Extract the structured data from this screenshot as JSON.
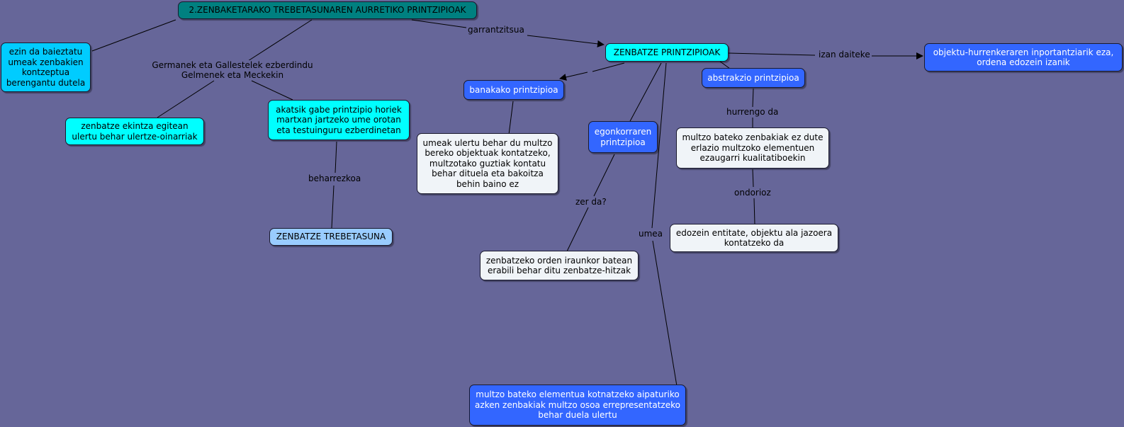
{
  "nodes": {
    "root": "2.ZENBAKETARAKO TREBETASUNAREN AURRETIKO PRINTZIPIOAK",
    "ezin": "ezin da baieztatu umeak zenbakien kontzeptua berengantu dutela",
    "zenbatze_ekintza": "zenbatze ekintza egitean ulertu behar ulertze-oinarriak",
    "akatsik": "akatsik gabe printzipio horiek martxan jartzeko ume orotan eta testuinguru ezberdinetan",
    "trebetasuna": "ZENBATZE TREBETASUNA",
    "printzipioak": "ZENBATZE PRINTZIPIOAK",
    "objektu_hurrenkera": "objektu-hurrenkeraren inportantziarik eza, ordena edozein izanik",
    "banakako": "banakako printzipioa",
    "umeak_ulertu": "umeak ulertu behar du multzo bereko objektuak kontatzeko, multzotako guztiak kontatu behar dituela eta bakoitza behin baino ez",
    "egonkorraren": "egonkorraren printzipioa",
    "zenbatzeko_orden": "zenbatzeko orden iraunkor batean erabili behar ditu zenbatze-hitzak",
    "abstrakzio": "abstrakzio printzipioa",
    "multzo_bateko_zenbakiak": "multzo bateko zenbakiak ez dute erlazio multzoko elementuen ezaugarri kualitatiboekin",
    "edozein_entitate": "edozein entitate, objektu ala jazoera kontatzeko da",
    "multzo_bateko_elementua": "multzo bateko elementua kotnatzeko aipaturiko azken zenbakiak multzo osoa errepresentatzeko behar duela ulertu"
  },
  "labels": {
    "germanek": "Germanek eta Gallestelek ezberdindu Gelmenek eta Meckekin",
    "garrantzitsua": "garrantzitsua",
    "beharrezkoa": "beharrezkoa",
    "izan_daiteke": "izan daiteke",
    "hurrengo_da": "hurrengo da",
    "ondorioz": "ondorioz",
    "zer_da": "zer da?",
    "umea": "umea"
  },
  "colors": {
    "background": "#666699",
    "teal": "#008080",
    "cyan": "#00ffff",
    "skyblue": "#00ccff",
    "blue": "#3366ff",
    "lightblue": "#99ccff",
    "white": "#f0f4f8"
  }
}
